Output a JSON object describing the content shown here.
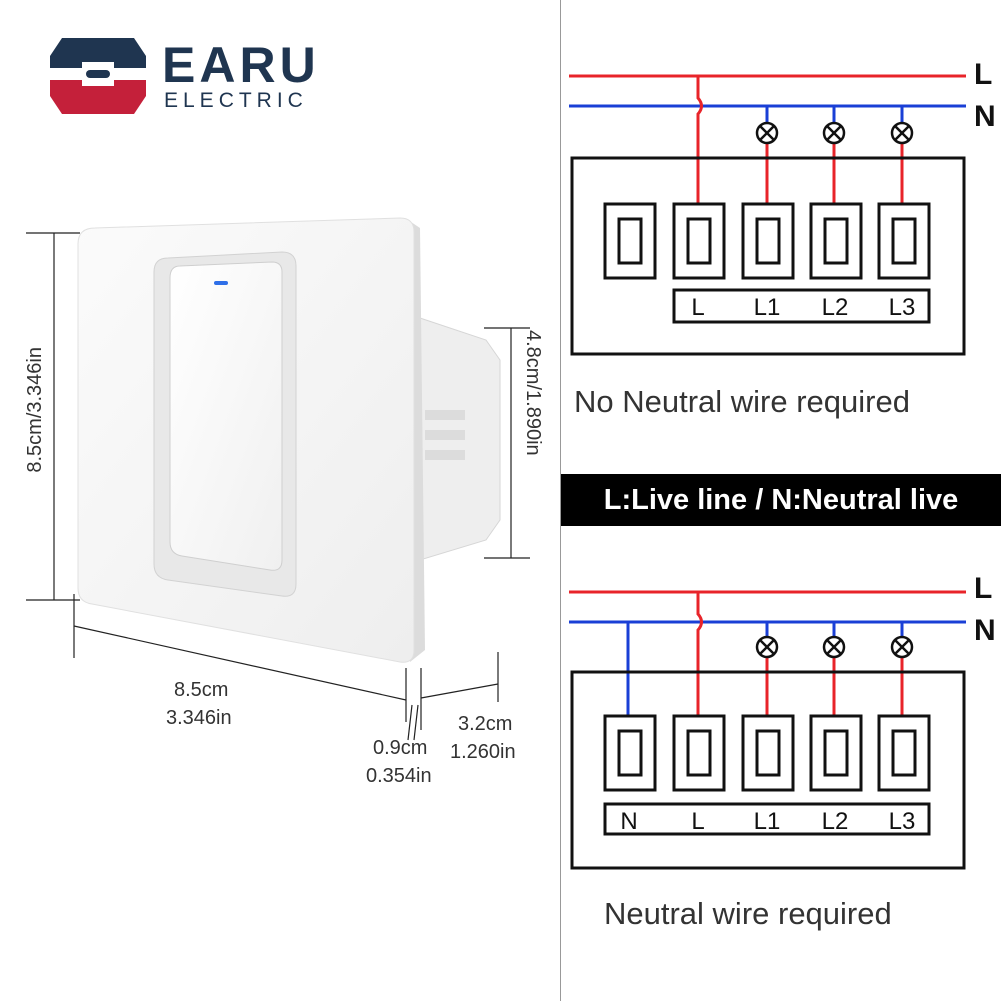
{
  "brand": {
    "name": "EARU",
    "subtitle": "ELECTRIC",
    "colors": {
      "navy": "#1f3550",
      "red": "#c4203a"
    }
  },
  "dimensions": {
    "height": "8.5cm/3.346in",
    "depth_back": "4.8cm/1.890in",
    "width_cm": "8.5cm",
    "width_in": "3.346in",
    "thickness_cm": "0.9cm",
    "thickness_in": "0.354in",
    "depth_cm": "3.2cm",
    "depth_in": "1.260in"
  },
  "colors": {
    "live": "#e8242a",
    "neutral": "#1a3fd6",
    "indicator": "#2f6fe8"
  },
  "legend": "L:Live line / N:Neutral live",
  "diagram_top": {
    "caption": "No Neutral wire required",
    "wire_live": "L",
    "wire_neutral": "N",
    "terminals": [
      "L",
      "L1",
      "L2",
      "L3"
    ]
  },
  "diagram_bottom": {
    "caption": "Neutral wire required",
    "wire_live": "L",
    "wire_neutral": "N",
    "terminals": [
      "N",
      "L",
      "L1",
      "L2",
      "L3"
    ]
  }
}
